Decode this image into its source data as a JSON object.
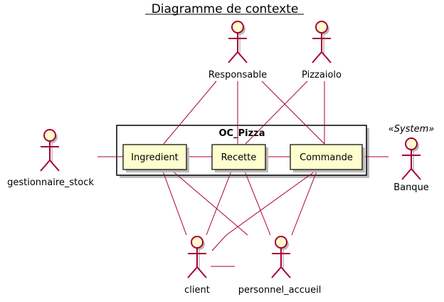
{
  "title": "Diagramme de contexte",
  "package": {
    "name": "OC_Pizza"
  },
  "usecases": {
    "ingredient": "Ingredient",
    "recette": "Recette",
    "commande": "Commande"
  },
  "actors": {
    "responsable": {
      "label": "Responsable"
    },
    "pizzaiolo": {
      "label": "Pizzaiolo"
    },
    "gestionnaire_stock": {
      "label": "gestionnaire_stock"
    },
    "banque": {
      "label": "Banque",
      "stereotype": "«System»"
    },
    "client": {
      "label": "client"
    },
    "personnel_accueil": {
      "label": "personnel_accueil"
    }
  },
  "colors": {
    "line": "#a80036",
    "actor_fill": "#fefece",
    "usecase_fill": "#fefece"
  }
}
